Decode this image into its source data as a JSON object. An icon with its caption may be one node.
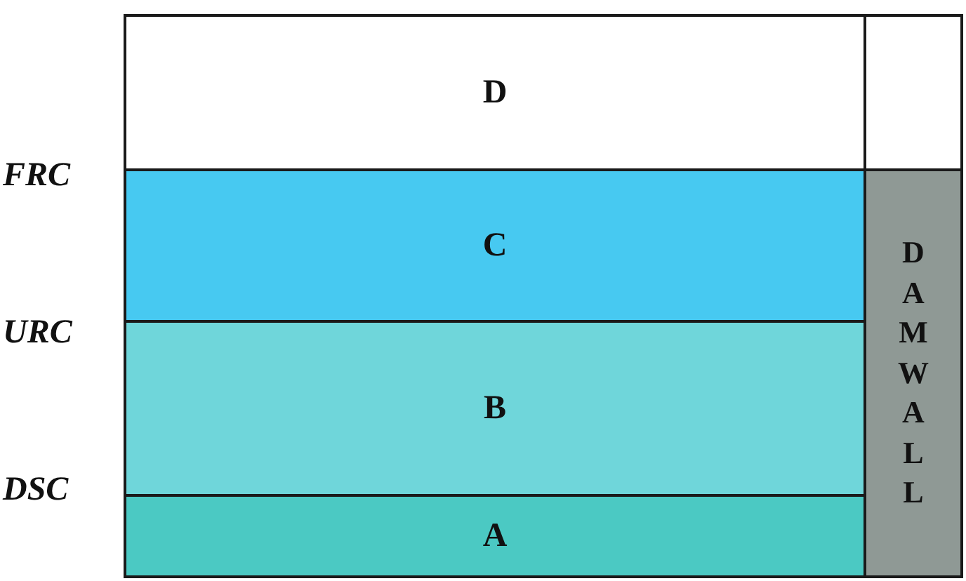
{
  "diagram": {
    "nodes": [
      {
        "text": [
          "D"
        ]
      },
      {
        "text": [
          "C"
        ]
      },
      {
        "text": [
          "B"
        ]
      },
      {
        "text": [
          "A"
        ]
      },
      {
        "text": [],
        "shape": "box"
      },
      {
        "text": [
          "DAMWALL"
        ]
      }
    ],
    "labels": [
      "FRC",
      "URC",
      "DSC"
    ]
  }
}
